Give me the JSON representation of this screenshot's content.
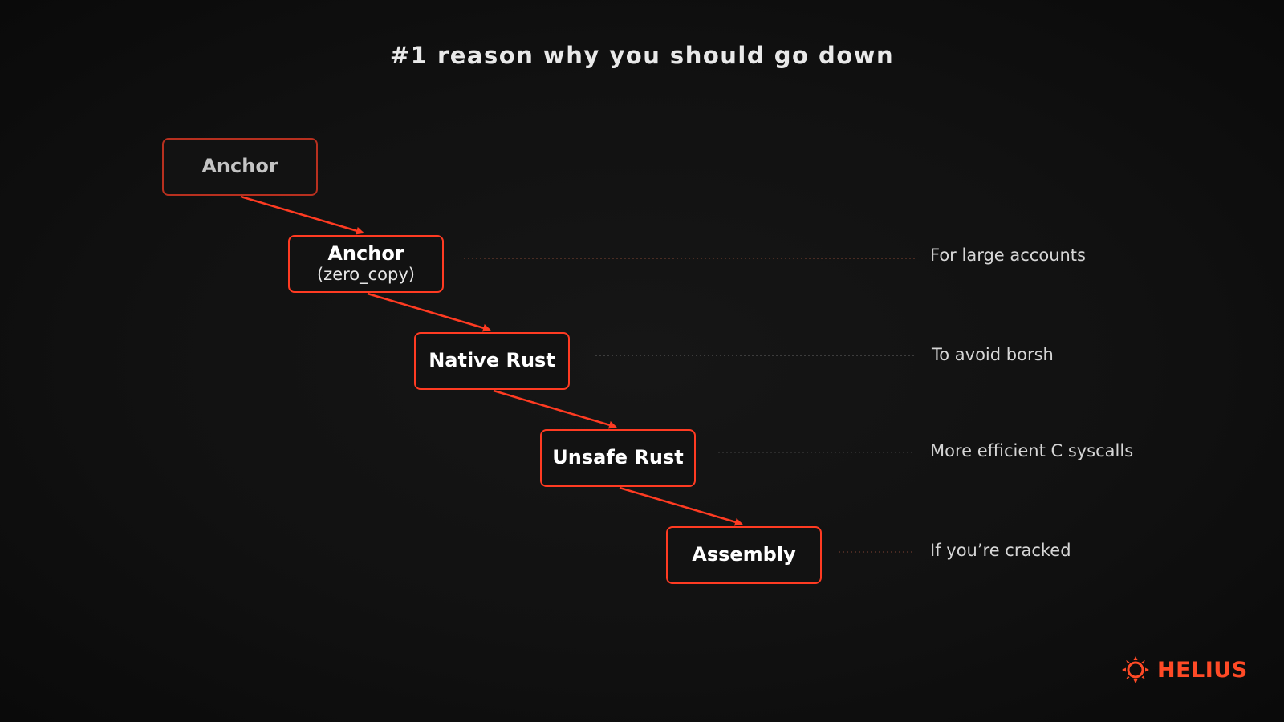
{
  "title": "#1 reason why you should go down",
  "nodes": [
    {
      "label": "Anchor",
      "sub": ""
    },
    {
      "label": "Anchor",
      "sub": "(zero_copy)"
    },
    {
      "label": "Native Rust",
      "sub": ""
    },
    {
      "label": "Unsafe Rust",
      "sub": ""
    },
    {
      "label": "Assembly",
      "sub": ""
    }
  ],
  "notes": [
    "For large accounts",
    "To avoid borsh",
    "More efficient C syscalls",
    "If you’re cracked"
  ],
  "logo": {
    "text": "HELIUS",
    "icon": "helius-sun-icon"
  },
  "colors": {
    "accent": "#ff3b22",
    "background": "#111111",
    "text": "#ffffff"
  }
}
